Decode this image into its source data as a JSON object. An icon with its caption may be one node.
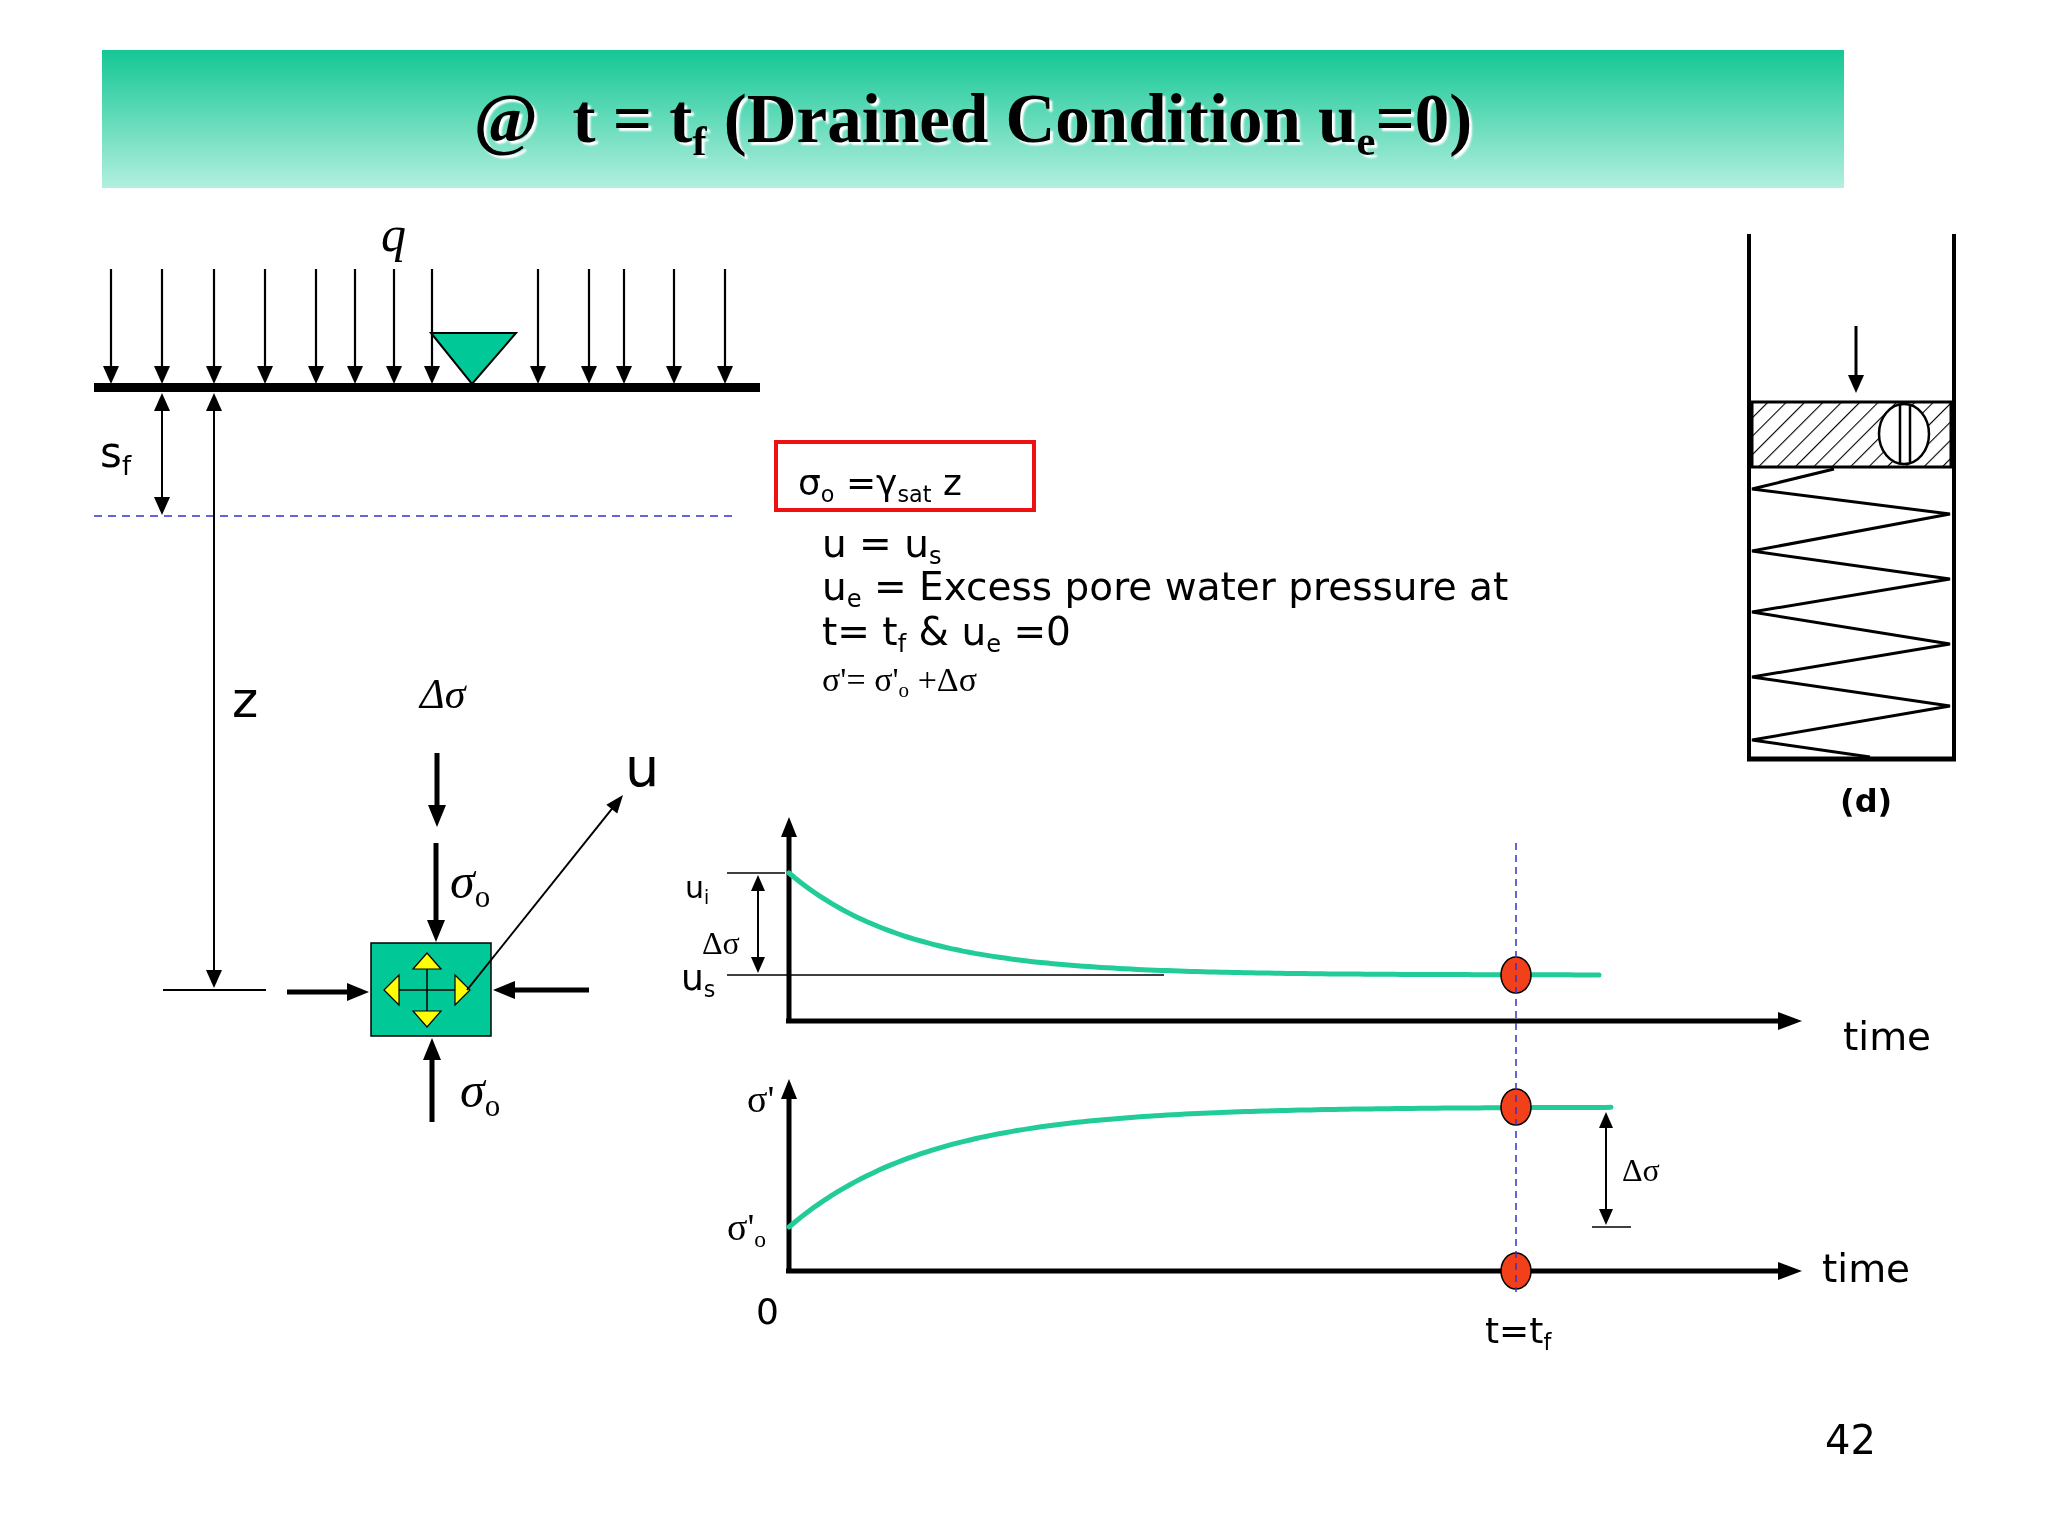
{
  "diagram": {
    "title": "@  t = t$_{f}$ (Drained Condition u$_{e}$=0)",
    "nodes": [
      {
        "text": [
          "σ$_{o}$ =γ$_{sat}$ z"
        ]
      }
    ],
    "labels": [
      "q",
      "s$_{f}$",
      "u = u$_{s}$",
      "u$_{e}$ = Excess pore water pressure at t= t$_{f}$ & u$_{e}$ =0",
      "σ'= σ'$_{o}$ +Δσ",
      "z",
      "Δσ",
      "u",
      "(d)",
      "*σ*$_{o}$",
      "u$_{i}$",
      "Δσ",
      "u$_{s}$",
      "time",
      "σ'",
      "*σ*$_{o}$",
      "Δσ",
      "σ'$_{o}$",
      "time",
      "0",
      "t=t$_{f}$",
      "42"
    ]
  }
}
